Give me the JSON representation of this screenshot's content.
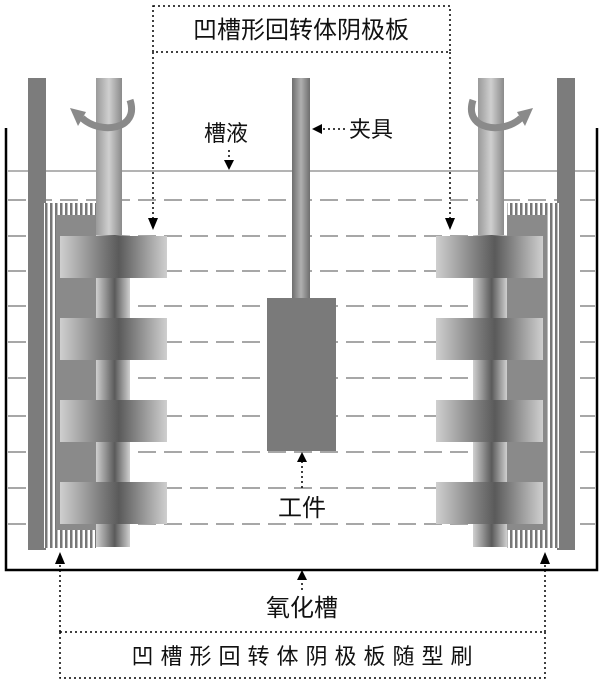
{
  "labels": {
    "top_box": "凹槽形回转体阴极板",
    "electrolyte": "槽液",
    "clamp": "夹具",
    "workpiece": "工件",
    "tank": "氧化槽",
    "bottom_box": "凹 槽 形 回 转 体 阴 极 板 随 型 刷"
  },
  "colors": {
    "outline": "#000000",
    "dashed_line": "#8a8a8a",
    "workpiece_fill": "#7a7a7a",
    "rod_fill": "#9a9a9a",
    "cathode_dark": "#5a5a5a",
    "cathode_light": "#c8c8c8"
  }
}
